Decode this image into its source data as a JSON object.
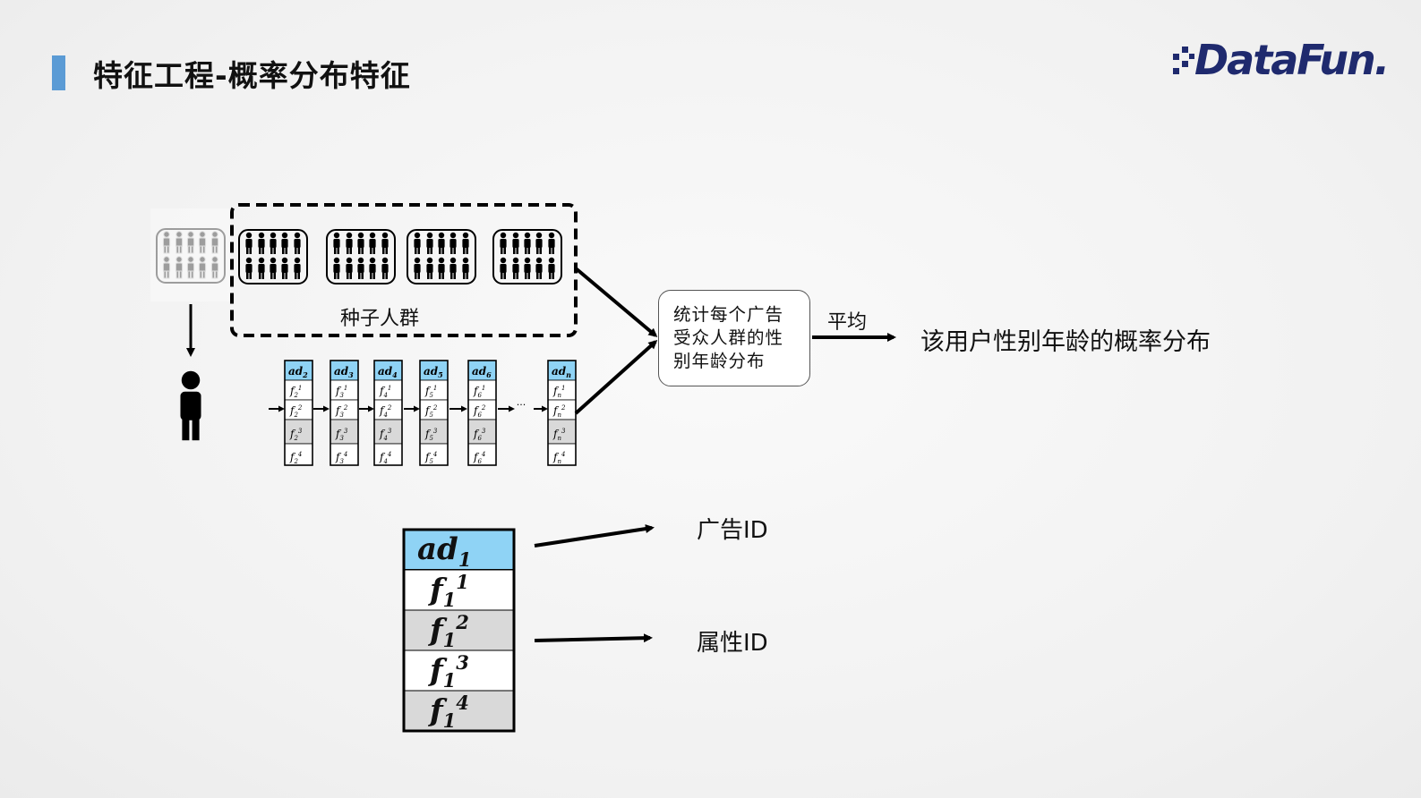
{
  "slide": {
    "title": "特征工程-概率分布特征",
    "logo_text": "DataFun."
  },
  "diagram": {
    "seed_crowd_label": "种子人群",
    "stat_box_lines": [
      "统计每个广告",
      "受众人群的性",
      "别年龄分布"
    ],
    "average_label": "平均",
    "result_label": "该用户性别年龄的概率分布",
    "ellipsis": "···",
    "sequence": [
      {
        "ad": "ad",
        "sub": "2",
        "f": "f",
        "fsub": "2"
      },
      {
        "ad": "ad",
        "sub": "3",
        "f": "f",
        "fsub": "3"
      },
      {
        "ad": "ad",
        "sub": "4",
        "f": "f",
        "fsub": "4"
      },
      {
        "ad": "ad",
        "sub": "5",
        "f": "f",
        "fsub": "5"
      },
      {
        "ad": "ad",
        "sub": "6",
        "f": "f",
        "fsub": "6"
      },
      {
        "ad": "ad",
        "sub": "n",
        "f": "f",
        "fsub": "n"
      }
    ]
  },
  "legend": {
    "ad_cell": {
      "base": "ad",
      "sub": "1"
    },
    "feature_cells": [
      {
        "base": "f",
        "sub": "1",
        "sup": "1"
      },
      {
        "base": "f",
        "sub": "1",
        "sup": "2"
      },
      {
        "base": "f",
        "sub": "1",
        "sup": "3"
      },
      {
        "base": "f",
        "sub": "1",
        "sup": "4"
      }
    ],
    "ad_id_label": "广告ID",
    "attr_id_label": "属性ID"
  },
  "colors": {
    "accent": "#5b9bd5",
    "ad_header": "#8fd3f5",
    "cell_gray": "#d9d9d9",
    "logo": "#1f2a6e"
  }
}
